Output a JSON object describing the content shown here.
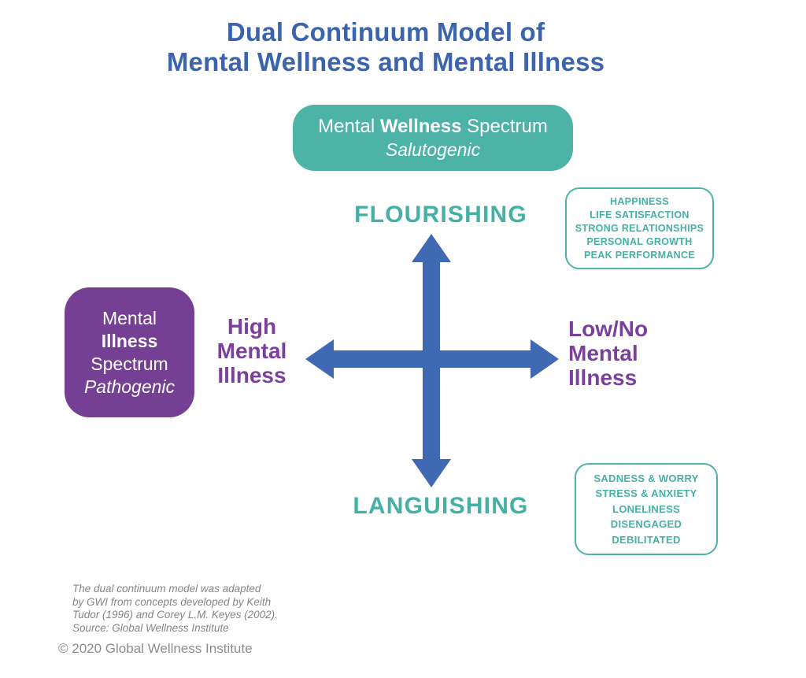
{
  "colors": {
    "title_blue": "#3a64ad",
    "teal": "#4db3a7",
    "teal_text": "#45b1a5",
    "purple": "#753f94",
    "purple_text": "#7b3f9c",
    "arrow_blue": "#4069b3",
    "gray_text": "#868686"
  },
  "title": {
    "line1": "Dual Continuum Model of",
    "line2": "Mental Wellness and Mental Illness"
  },
  "wellness_card": {
    "title_pre": "Mental ",
    "title_bold": "Wellness",
    "title_post": " Spectrum",
    "subtitle": "Salutogenic"
  },
  "illness_card": {
    "line1": "Mental",
    "line2_bold": "Illness",
    "line3": "Spectrum",
    "line4_italic": "Pathogenic"
  },
  "axes": {
    "top": "FLOURISHING",
    "bottom": "LANGUISHING",
    "left": {
      "line1": "High",
      "line2": "Mental",
      "line3": "Illness"
    },
    "right": {
      "line1": "Low/No",
      "line2": "Mental",
      "line3": "Illness"
    }
  },
  "flourishing_traits": [
    "HAPPINESS",
    "LIFE SATISFACTION",
    "STRONG RELATIONSHIPS",
    "PERSONAL GROWTH",
    "PEAK PERFORMANCE"
  ],
  "languishing_traits": [
    "SADNESS & WORRY",
    "STRESS & ANXIETY",
    "LONELINESS",
    "DISENGAGED",
    "DEBILITATED"
  ],
  "footnote": {
    "line1": "The dual continuum model was adapted",
    "line2": "by GWI from concepts developed by Keith",
    "line3": "Tudor (1996) and Corey L.M. Keyes (2002).",
    "line4": "Source: Global Wellness Institute"
  },
  "copyright": "© 2020 Global Wellness Institute"
}
